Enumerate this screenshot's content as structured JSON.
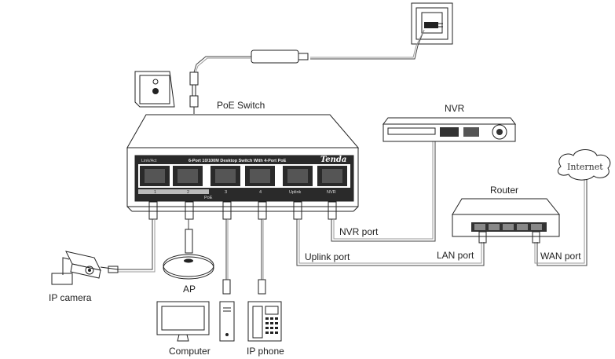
{
  "labels": {
    "poe_switch": "PoE Switch",
    "nvr": "NVR",
    "internet": "Internet",
    "router": "Router",
    "nvr_port": "NVR port",
    "uplink_port": "Uplink port",
    "lan_port": "LAN port",
    "wan_port": "WAN port",
    "ip_camera": "IP camera",
    "ap": "AP",
    "computer": "Computer",
    "ip_phone": "IP phone"
  },
  "switch_panel": {
    "link_act": "Link/Act",
    "model_text": "6-Port 10/100M Desktop Switch With 4-Port PoE",
    "brand": "Tenda",
    "poe_marker": "PoE",
    "port_numbers": [
      "1",
      "2",
      "3",
      "4"
    ],
    "uplink": "Uplink",
    "nvr": "NVR"
  },
  "colors": {
    "line": "#222222",
    "panel": "#2a2a2a",
    "device_fill": "#ffffff"
  }
}
